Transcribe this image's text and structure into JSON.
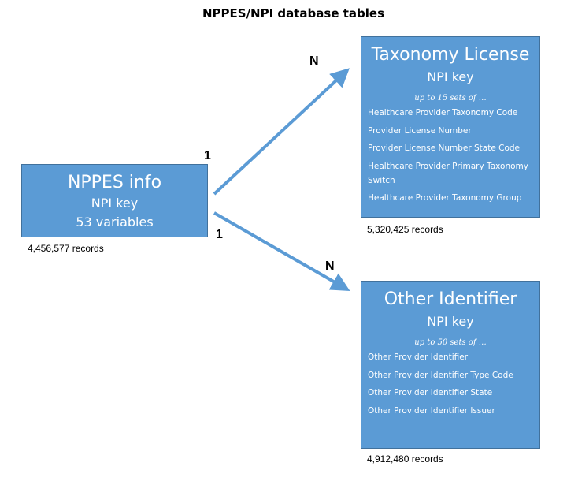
{
  "title": "NPPES/NPI database tables",
  "main_box": {
    "title": "NPPES info",
    "key": "NPI key",
    "variables": "53 variables",
    "records": "4,456,577 records"
  },
  "taxonomy_box": {
    "title": "Taxonomy License",
    "key": "NPI key",
    "up_to": "up to 15 sets of …",
    "fields": [
      "Healthcare Provider Taxonomy Code",
      "Provider License Number",
      "Provider License Number State Code",
      "Healthcare Provider Primary Taxonomy Switch",
      "Healthcare Provider Taxonomy Group"
    ],
    "records": "5,320,425 records"
  },
  "other_box": {
    "title": "Other Identifier",
    "key": "NPI key",
    "up_to": "up to 50 sets of …",
    "fields": [
      "Other Provider Identifier",
      "Other Provider Identifier Type Code",
      "Other Provider Identifier State",
      "Other Provider Identifier Issuer"
    ],
    "records": "4,912,480 records"
  },
  "relations": {
    "taxonomy": {
      "from": "1",
      "to": "N"
    },
    "other": {
      "from": "1",
      "to": "N"
    }
  },
  "colors": {
    "box_fill": "#5b9bd5",
    "box_border": "#41719c",
    "arrow": "#5b9bd5"
  }
}
